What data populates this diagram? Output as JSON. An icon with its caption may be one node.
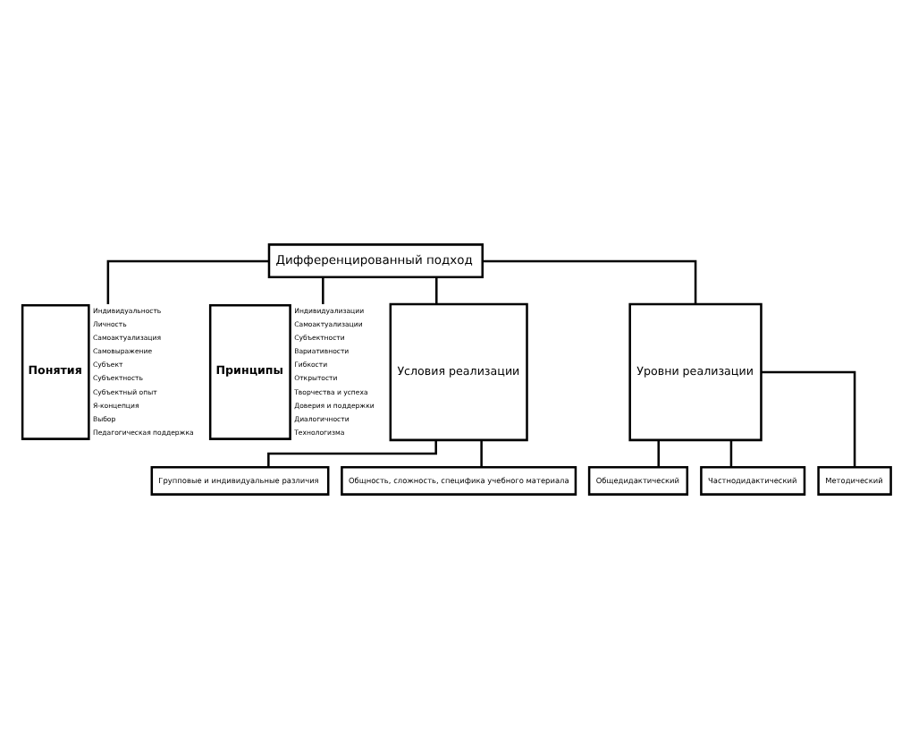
{
  "diagram": {
    "nodes": [
      {
        "text": [
          "Дифференцированный подход"
        ]
      },
      {
        "text": [
          "Понятия"
        ],
        "beside": [
          "Индивидуальность",
          "Личность",
          "Самоактуализация",
          "Самовыражение",
          "Субъект",
          "Субъектность",
          "Субъектный опыт",
          "Я-концепция",
          "Выбор",
          "Педагогическая поддержка"
        ]
      },
      {
        "text": [
          "Принципы"
        ],
        "beside": [
          "Индивидуализации",
          "Самоактуализации",
          "Субъектности",
          "Вариативности",
          "Гибкости",
          "Открытости",
          "Творчества и успеха",
          "Доверия и поддержки",
          "Диалогичности",
          "Технологизма"
        ]
      },
      {
        "text": [
          "Условия реализации"
        ]
      },
      {
        "text": [
          "Уровни реализации"
        ]
      },
      {
        "text": [
          "Групповые и индивидуальные различия"
        ]
      },
      {
        "text": [
          "Общность, сложность, специфика учебного материала"
        ]
      },
      {
        "text": [
          "Общедидактический"
        ]
      },
      {
        "text": [
          "Частнодидактический"
        ]
      },
      {
        "text": [
          "Методический"
        ]
      }
    ],
    "edges": [
      {
        "from": 0,
        "to": 1,
        "arrow": "none"
      },
      {
        "from": 0,
        "to": 2,
        "arrow": "none"
      },
      {
        "from": 0,
        "to": 3,
        "arrow": "none"
      },
      {
        "from": 0,
        "to": 4,
        "arrow": "none"
      },
      {
        "from": 3,
        "to": 5,
        "arrow": "none"
      },
      {
        "from": 3,
        "to": 6,
        "arrow": "none"
      },
      {
        "from": 4,
        "to": 7,
        "arrow": "none"
      },
      {
        "from": 4,
        "to": 8,
        "arrow": "none"
      },
      {
        "from": 4,
        "to": 9,
        "arrow": "none"
      }
    ]
  }
}
